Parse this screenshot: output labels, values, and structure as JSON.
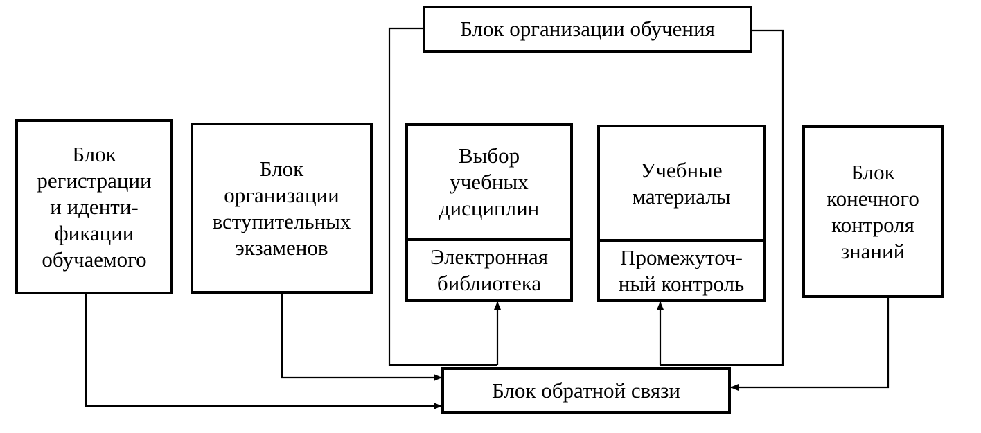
{
  "diagram": {
    "blocks": {
      "learning_org": "Блок организации обучения",
      "registration": "Блок\nрегистрации\nи иденти-\nфикации\nобучаемого",
      "entrance_exams": "Блок\nорганизации\nвступительных\nэкзаменов",
      "course_selection": "Выбор\nучебных\nдисциплин",
      "e_library": "Электронная\nбиблиотека",
      "learning_materials": "Учебные\nматериалы",
      "interim_control": "Промежуточ-\nный контроль",
      "final_control": "Блок\nконечного\nконтроля\nзнаний",
      "feedback": "Блок обратной связи"
    }
  }
}
